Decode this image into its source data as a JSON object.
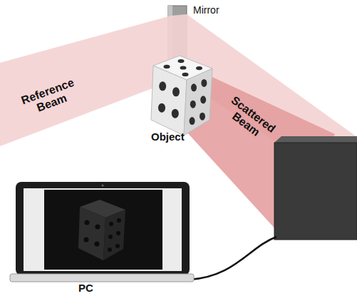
{
  "diagram": {
    "nodes": [
      {
        "text": [
          "Mirror"
        ]
      },
      {
        "text": [
          "Object"
        ]
      },
      {
        "text": [
          "PC"
        ]
      }
    ],
    "labels": [
      "Reference Beam",
      "Scattered Beam"
    ]
  }
}
